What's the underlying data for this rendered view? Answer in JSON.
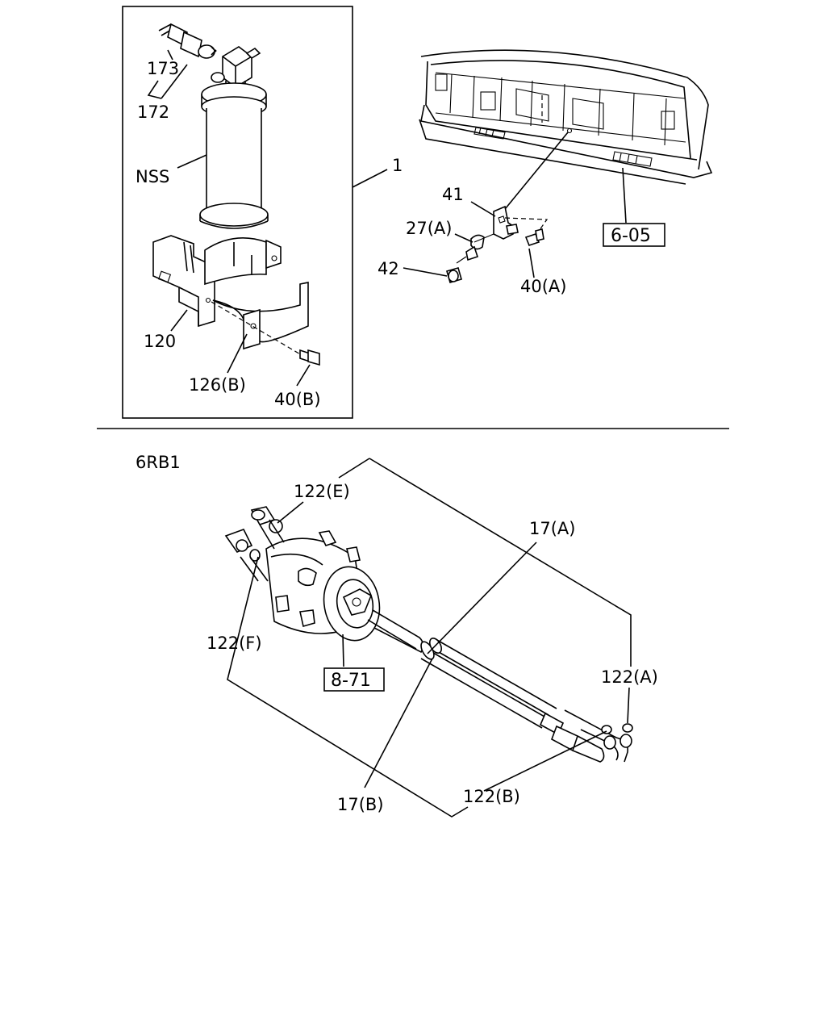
{
  "labels": {
    "l173": "173",
    "l172": "172",
    "lnss": "NSS",
    "l1": "1",
    "l120": "120",
    "l126b": "126(B)",
    "l40b": "40(B)",
    "l41": "41",
    "l27a": "27(A)",
    "l42": "42",
    "l40a": "40(A)",
    "l605": "6-05",
    "l6rb1": "6RB1",
    "l122e": "122(E)",
    "l17a": "17(A)",
    "l122f": "122(F)",
    "l871": "8-71",
    "l122a": "122(A)",
    "l17b": "17(B)",
    "l122b": "122(B)"
  }
}
